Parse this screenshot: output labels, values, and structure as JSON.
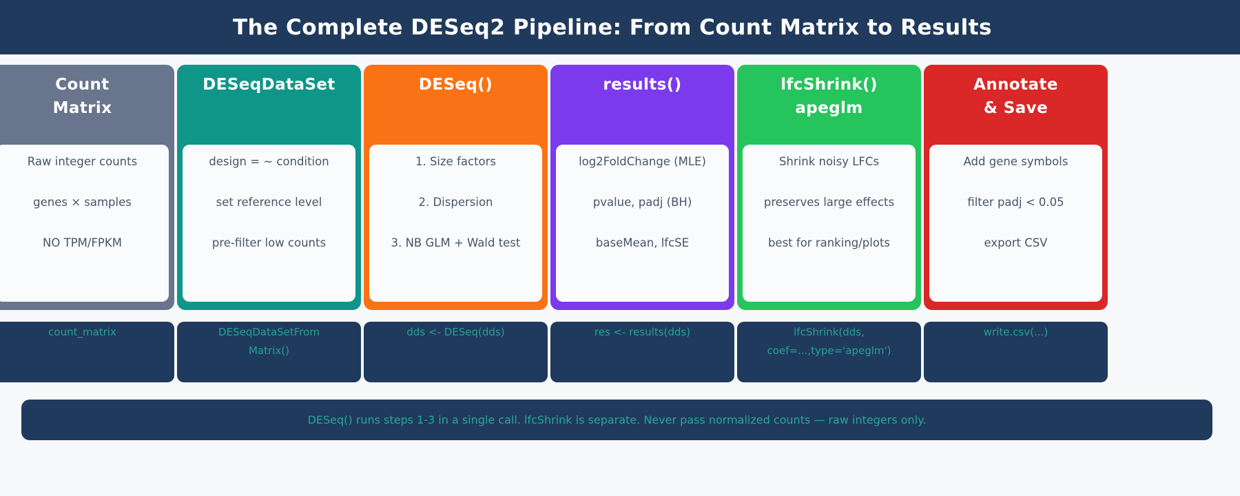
{
  "title": "The Complete DESeq2 Pipeline: From Count Matrix to Results",
  "note": "DESeq() runs steps 1-3 in a single call. lfcShrink is separate. Never pass normalized counts — raw integers only.",
  "colors": {
    "navy": "#1f3a5c",
    "page_background": "#f7f8fa",
    "card_body_background": "#fafbfd",
    "body_text": "#475569",
    "code_text": "#25a294",
    "header_text": "#ffffff"
  },
  "cards": [
    {
      "id": "count-matrix",
      "color": "#68758c",
      "header_lines": [
        "Count",
        "Matrix"
      ],
      "body_lines": [
        "Raw integer counts",
        "genes × samples",
        "NO TPM/FPKM"
      ],
      "code_lines": [
        "count_matrix"
      ]
    },
    {
      "id": "deseqdataset",
      "color": "#0f9688",
      "header_lines": [
        "DESeqDataSet"
      ],
      "body_lines": [
        "design = ~ condition",
        "set reference level",
        "pre-filter low counts"
      ],
      "code_lines": [
        "DESeqDataSetFrom",
        "Matrix()"
      ]
    },
    {
      "id": "deseq",
      "color": "#f97316",
      "header_lines": [
        "DESeq()"
      ],
      "body_lines": [
        "1. Size factors",
        "2. Dispersion",
        "3. NB GLM + Wald test"
      ],
      "code_lines": [
        "dds <- DESeq(dds)"
      ]
    },
    {
      "id": "results",
      "color": "#7c3aed",
      "header_lines": [
        "results()"
      ],
      "body_lines": [
        "log2FoldChange (MLE)",
        "pvalue, padj (BH)",
        "baseMean, lfcSE"
      ],
      "code_lines": [
        "res <- results(dds)"
      ]
    },
    {
      "id": "lfcshrink-apeglm",
      "color": "#26c45c",
      "header_lines": [
        "lfcShrink()",
        "apeglm"
      ],
      "body_lines": [
        "Shrink noisy LFCs",
        "preserves large effects",
        "best for ranking/plots"
      ],
      "code_lines": [
        "lfcShrink(dds,",
        "coef=...,type='apeglm')"
      ]
    },
    {
      "id": "annotate-save",
      "color": "#da2727",
      "header_lines": [
        "Annotate",
        "& Save"
      ],
      "body_lines": [
        "Add gene symbols",
        "filter padj < 0.05",
        "export CSV"
      ],
      "code_lines": [
        "write.csv(...)"
      ]
    }
  ]
}
